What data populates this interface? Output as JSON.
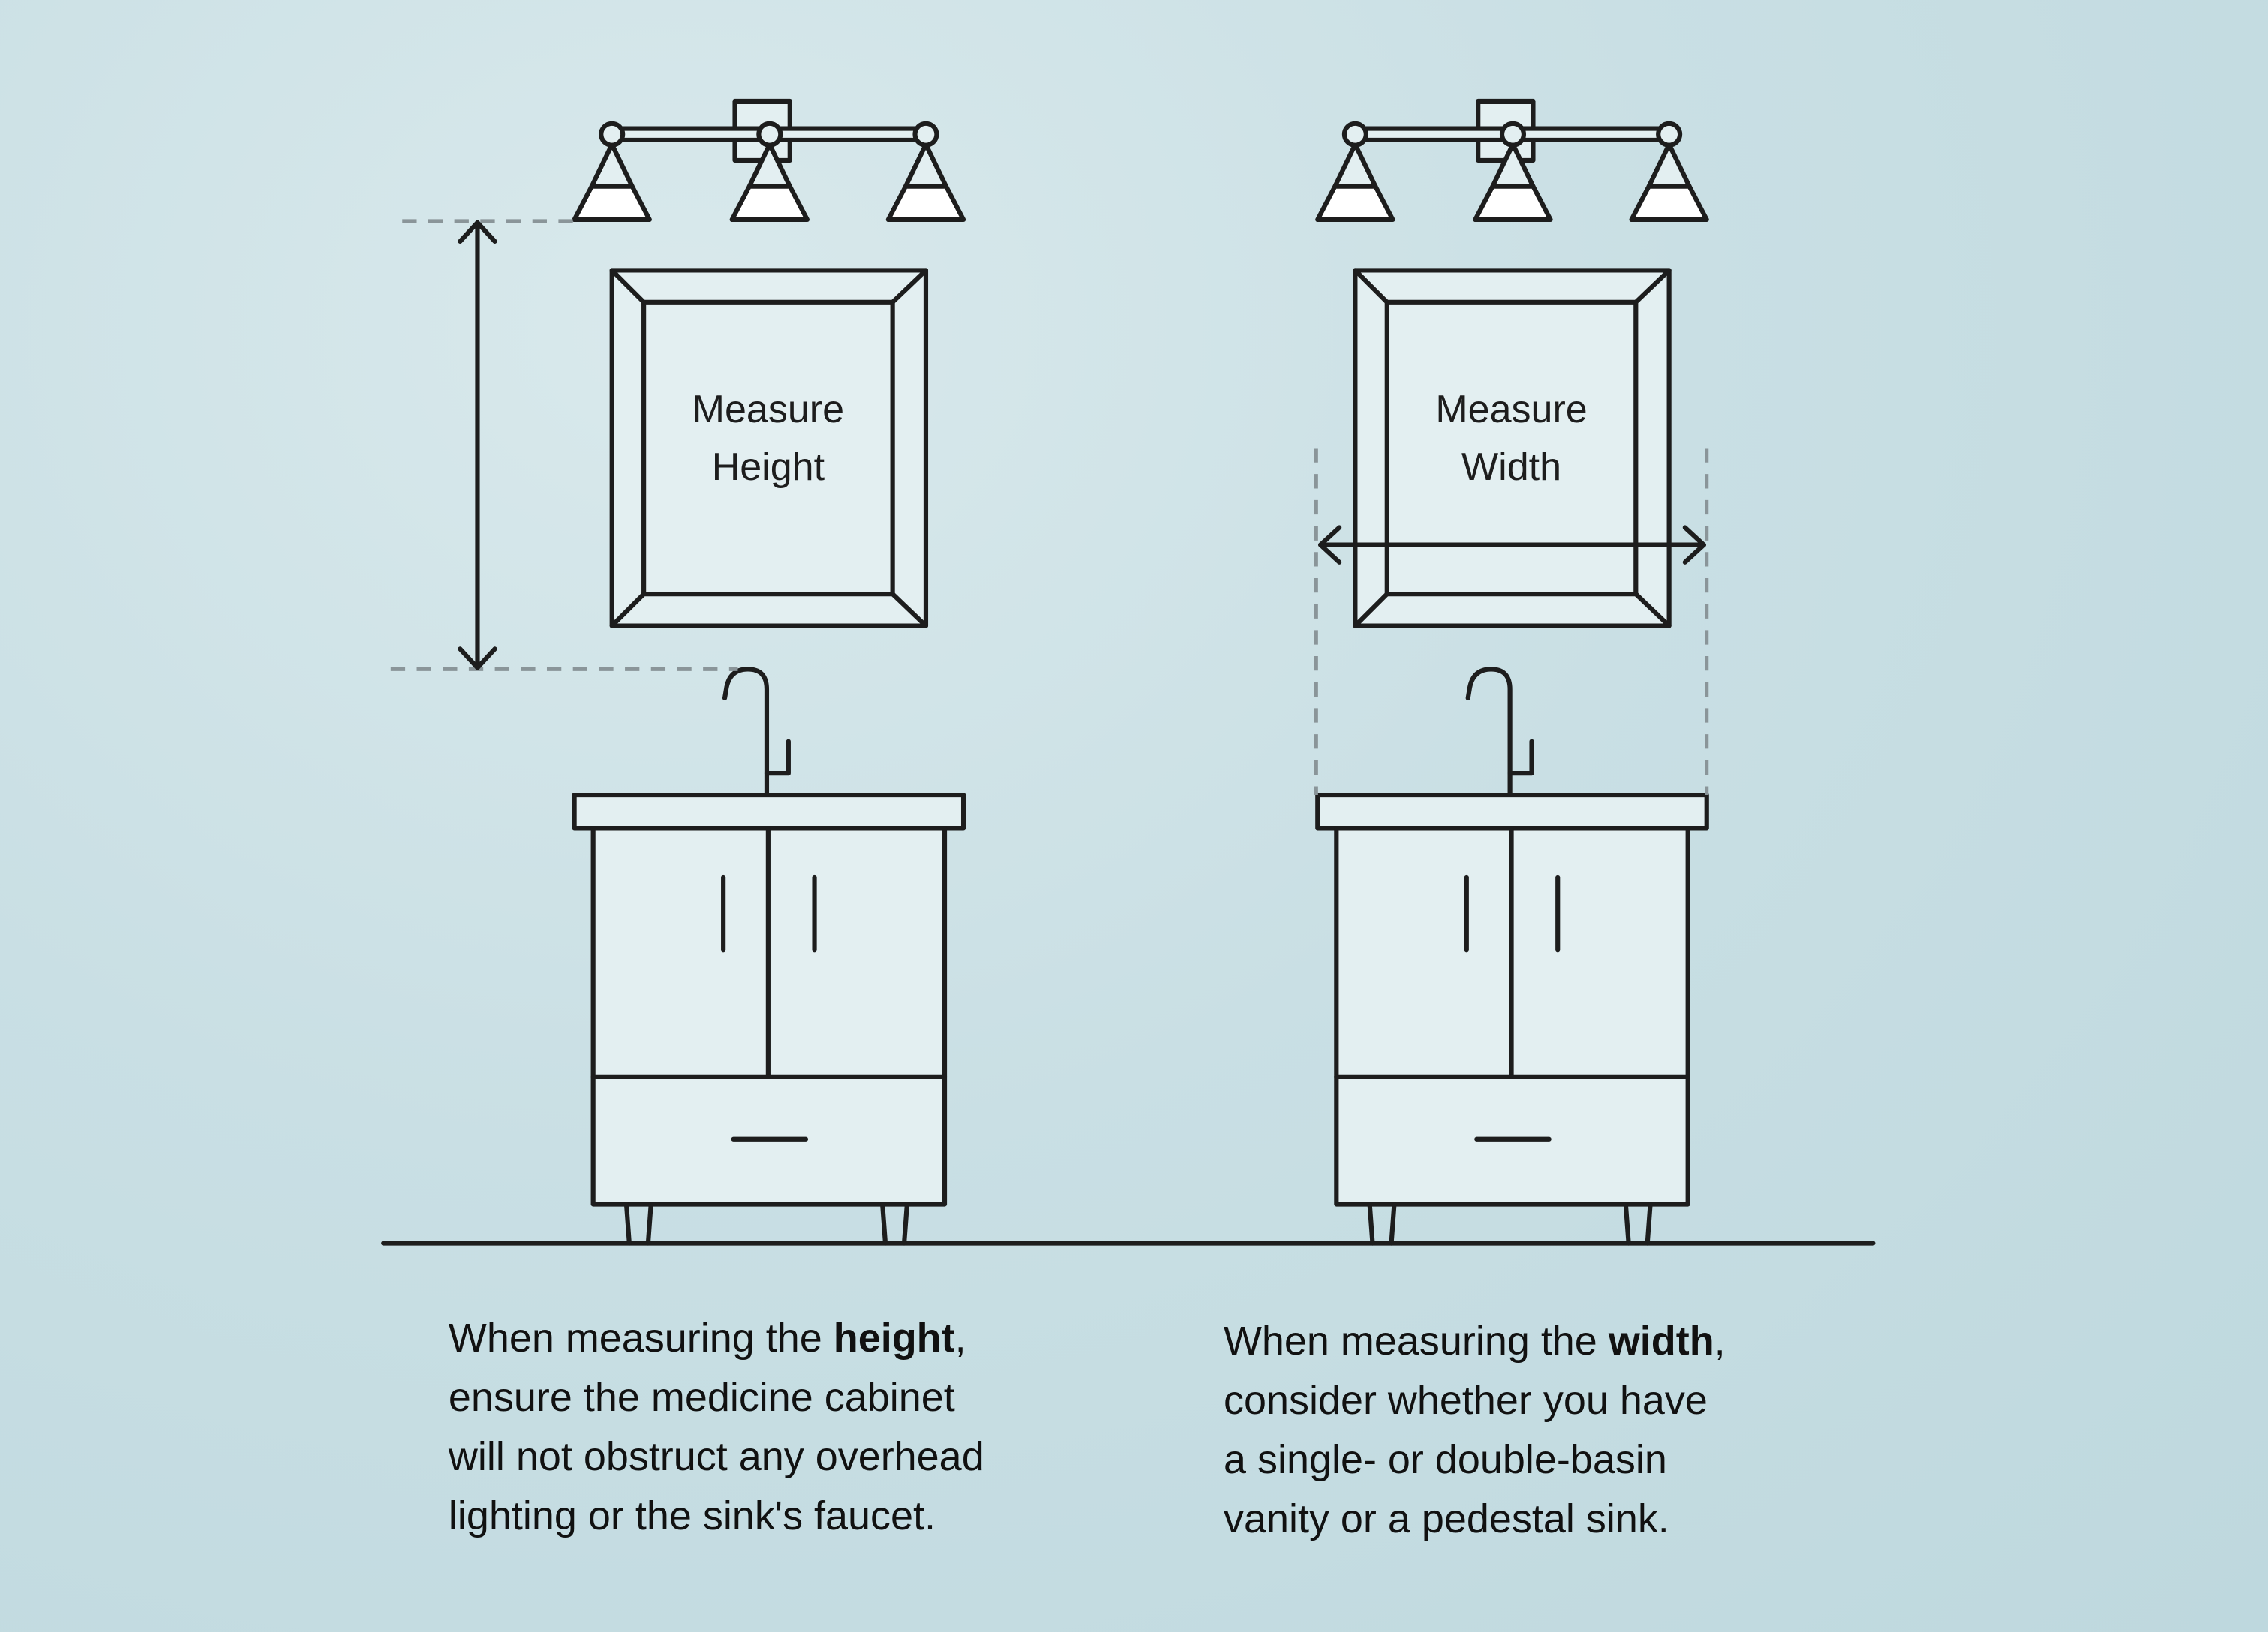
{
  "left_panel": {
    "mirror_label_line1": "Measure",
    "mirror_label_line2": "Height",
    "caption": {
      "line1_pre": "When measuring the ",
      "line1_bold": "height",
      "line1_post": ",",
      "line2": "ensure the medicine cabinet",
      "line3": "will not obstruct any overhead",
      "line4": "lighting or the sink's faucet."
    }
  },
  "right_panel": {
    "mirror_label_line1": "Measure",
    "mirror_label_line2": "Width",
    "caption": {
      "line1_pre": "When measuring the ",
      "line1_bold": "width",
      "line1_post": ",",
      "line2": "consider whether you have",
      "line3": "a single- or double-basin",
      "line4": "vanity or a pedestal sink."
    }
  },
  "colors": {
    "background": "#c9dfe4",
    "line": "#1d1d1d",
    "dash": "#8a9599"
  }
}
